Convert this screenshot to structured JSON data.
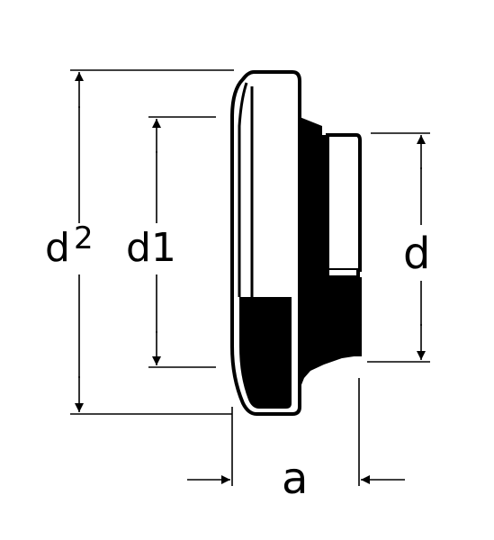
{
  "labels": {
    "d2_base": "d",
    "d2_sup": "2",
    "d1": "d1",
    "d": "d",
    "a": "a"
  },
  "colors": {
    "ink": "#000000",
    "paper": "#ffffff"
  }
}
